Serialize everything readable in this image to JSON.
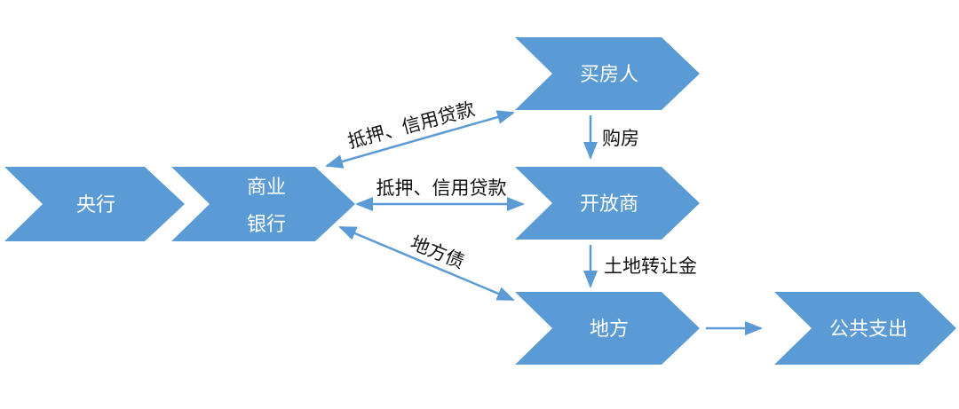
{
  "colors": {
    "node_fill": "#5b9bd5",
    "node_text": "#ffffff",
    "connector": "#5b9bd5",
    "label_text": "#111111"
  },
  "nodes": {
    "central_bank": "央行",
    "commercial_bank_line1": "商业",
    "commercial_bank_line2": "银行",
    "home_buyer": "买房人",
    "developer": "开放商",
    "local_government": "地方",
    "public_spending": "公共支出"
  },
  "edges": {
    "bank_buyer": "抵押、信用贷款",
    "bank_developer": "抵押、信用贷款",
    "bank_local": "地方债",
    "buyer_developer": "购房",
    "developer_local": "土地转让金"
  }
}
